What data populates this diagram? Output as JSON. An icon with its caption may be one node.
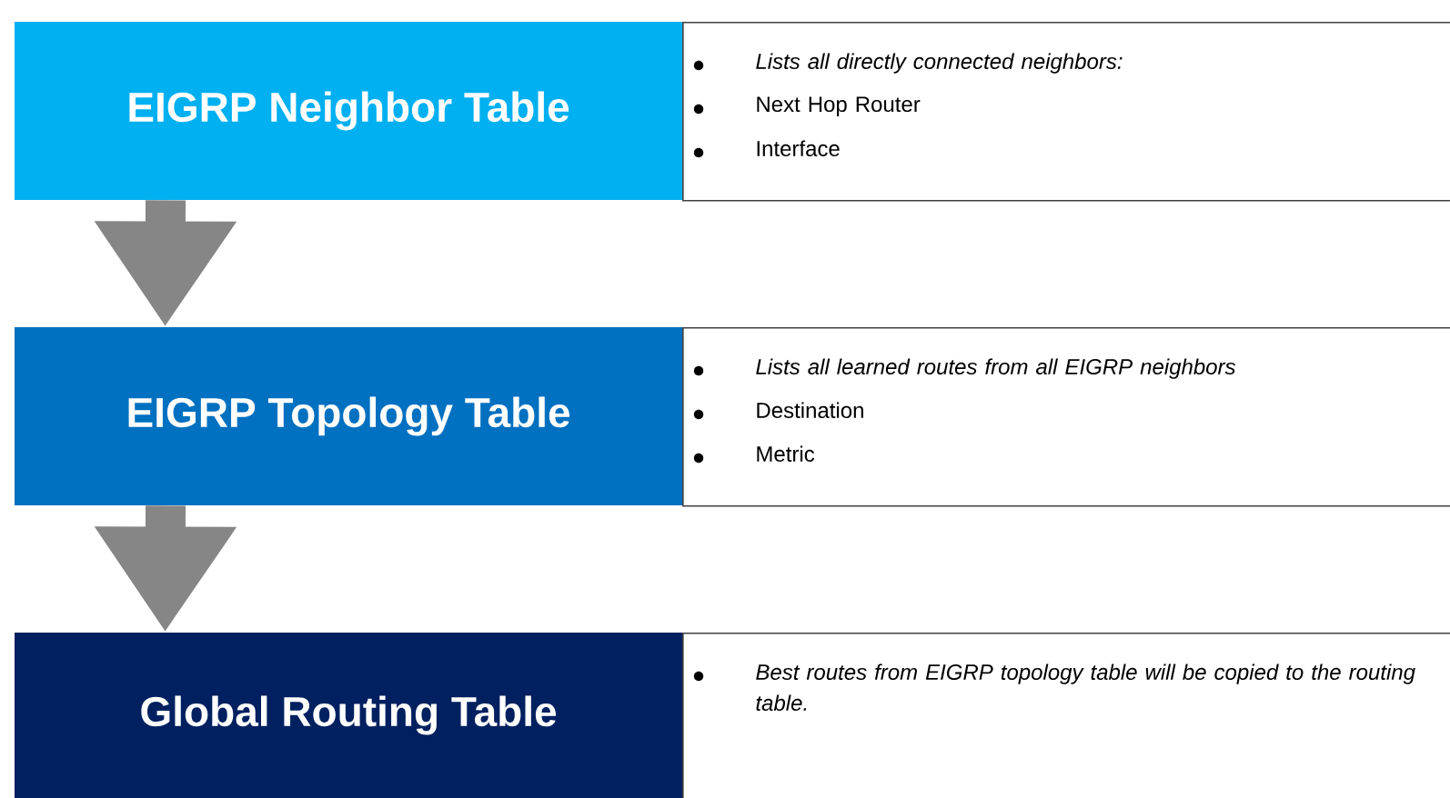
{
  "diagram": {
    "nodes": [
      {
        "text": [
          "EIGRP Neighbor Table"
        ]
      },
      {
        "text": [
          "Lists all directly connected neighbors:",
          "Next Hop Router",
          "Interface"
        ]
      },
      {
        "text": [
          "EIGRP Topology Table"
        ]
      },
      {
        "text": [
          "Lists all learned routes from all EIGRP neighbors",
          "Destination",
          "Metric"
        ]
      },
      {
        "text": [
          "Global Routing Table"
        ]
      },
      {
        "text": [
          "Best routes from EIGRP topology table will be copied to the routing table."
        ]
      }
    ],
    "edges": [
      {
        "from": 0,
        "to": 2,
        "arrow": "to"
      },
      {
        "from": 2,
        "to": 4,
        "arrow": "to"
      }
    ]
  }
}
